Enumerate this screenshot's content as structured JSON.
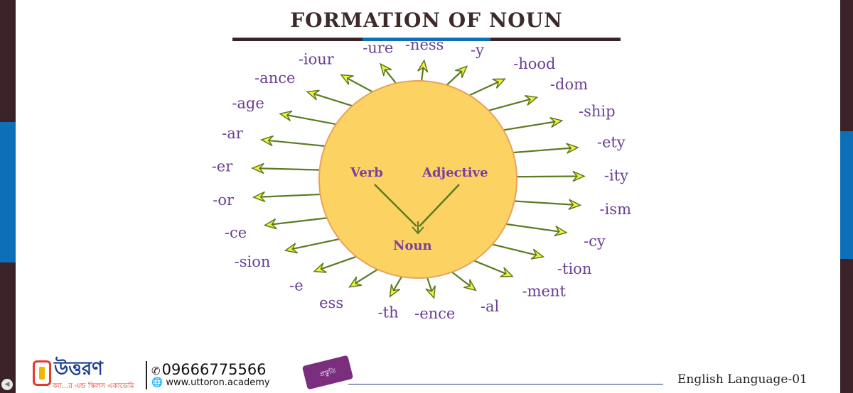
{
  "title": "FORMATION OF NOUN",
  "diagram": {
    "center": {
      "left_label": "Verb",
      "right_label": "Adjective",
      "bottom_label": "Noun"
    },
    "suffixes": [
      "-ness",
      "-y",
      "-hood",
      "-dom",
      "-ship",
      "-ety",
      "-ity",
      "-ism",
      "-cy",
      "-tion",
      "-ment",
      "-al",
      "-ence",
      "-th",
      "ess",
      "-e",
      "-sion",
      "-ce",
      "-or",
      "-er",
      "-ar",
      "-age",
      "-ance",
      "-iour",
      "-ure"
    ],
    "colors": {
      "circle": "#fcd362",
      "circle_border": "#e8a25a",
      "arrow": "#5b7a21",
      "arrowhead": "#f2f23a",
      "text": "#6b3f93"
    }
  },
  "footer": {
    "logo_text": "উত্তরণ",
    "logo_sub": "ক্যা...র এন্ড স্কিলস একাডেমি",
    "phone": "09666775566",
    "website": "www.uttoron.academy",
    "badge": "প্রস্তুতি",
    "course_title": "English Language-01"
  }
}
